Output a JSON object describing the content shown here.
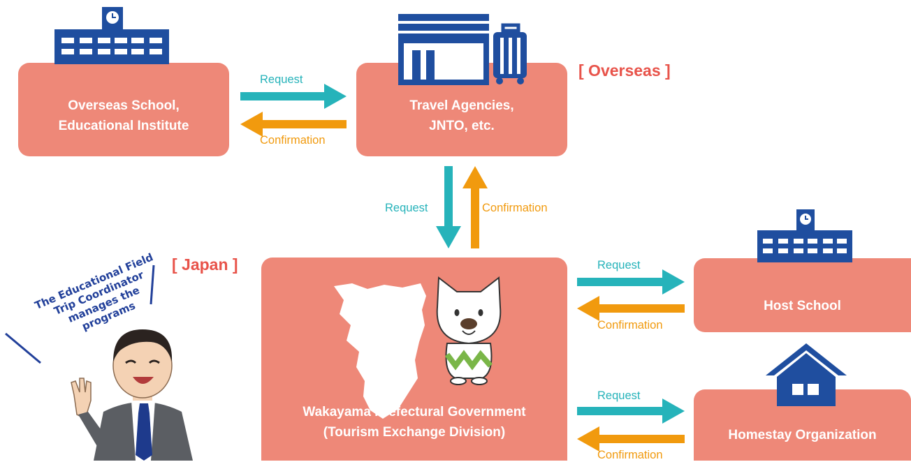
{
  "regions": {
    "overseas": "[ Overseas ]",
    "japan": "[ Japan ]"
  },
  "nodes": {
    "overseas_school": {
      "line1": "Overseas School,",
      "line2": "Educational Institute"
    },
    "travel_agencies": {
      "line1": "Travel Agencies,",
      "line2": "JNTO, etc."
    },
    "prefectural_government": {
      "line1": "Wakayama Prefectural Government",
      "line2": "(Tourism Exchange Division)"
    },
    "host_school": {
      "line1": "Host School"
    },
    "homestay_org": {
      "line1": "Homestay Organization"
    }
  },
  "arrows": {
    "school_to_agency": {
      "request": "Request",
      "confirmation": "Confirmation"
    },
    "agency_to_government": {
      "request": "Request",
      "confirmation": "Confirmation"
    },
    "government_to_host_school": {
      "request": "Request",
      "confirmation": "Confirmation"
    },
    "government_to_homestay": {
      "request": "Request",
      "confirmation": "Confirmation"
    }
  },
  "coordinator": {
    "speech_lines": [
      "The Educational Field",
      "Trip Coordinator",
      "manages the",
      "programs"
    ]
  },
  "colors": {
    "box": "#ee8878",
    "request_arrow": "#26b3ba",
    "confirmation_arrow": "#f19a0e",
    "region_label": "#e8534a",
    "icon": "#1f4e9f"
  },
  "icons": {
    "overseas_school": "school-building-icon",
    "travel_agencies": "store-and-suitcase-icon",
    "government_map": "wakayama-map-icon",
    "government_mascot": "mascot-icon",
    "host_school": "school-building-icon",
    "homestay_org": "house-icon"
  }
}
